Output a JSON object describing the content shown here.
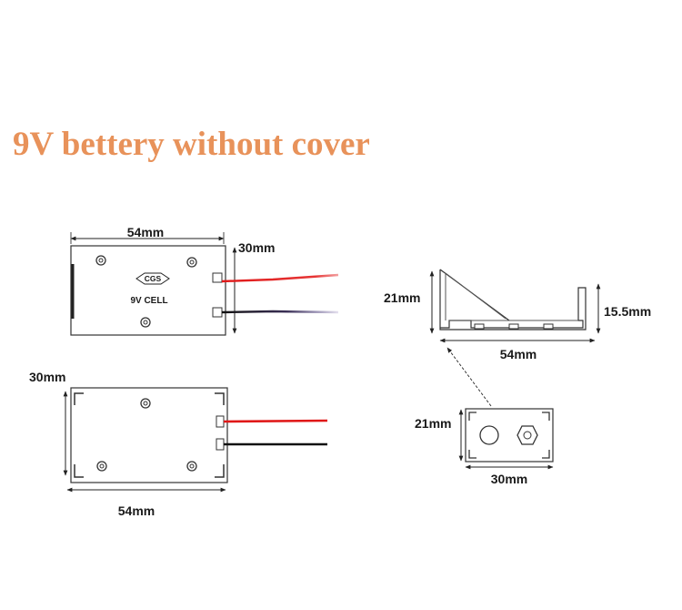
{
  "title": "9V bettery without cover",
  "top_view": {
    "width_label": "54mm",
    "height_label": "30mm",
    "logo_text": "CGS",
    "cell_label": "9V CELL"
  },
  "bottom_view": {
    "height_label": "30mm",
    "width_label": "54mm"
  },
  "side_view": {
    "height_label": "21mm",
    "depth_label": "15.5mm",
    "length_label": "54mm"
  },
  "end_view": {
    "height_label": "21mm",
    "width_label": "30mm"
  },
  "colors": {
    "title": "#e8925a",
    "red_wire": "#e01818",
    "black_wire": "#111111"
  }
}
